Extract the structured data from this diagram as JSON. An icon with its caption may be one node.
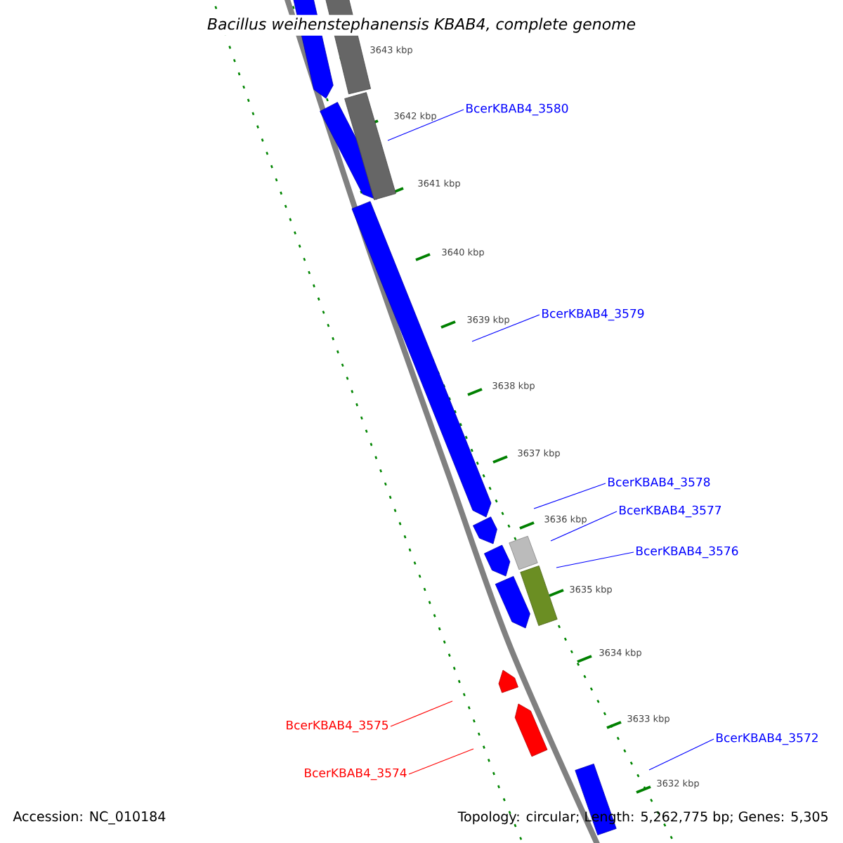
{
  "diagram": {
    "title": "Bacillus weihenstephanensis KBAB4, complete genome",
    "nodes": [
      {
        "text": [
          "BcerKBAB4_3580"
        ]
      },
      {
        "text": [
          "BcerKBAB4_3579"
        ]
      },
      {
        "text": [
          "BcerKBAB4_3578"
        ]
      },
      {
        "text": [
          "BcerKBAB4_3577"
        ]
      },
      {
        "text": [
          "BcerKBAB4_3576"
        ]
      },
      {
        "text": [
          "BcerKBAB4_3575"
        ]
      },
      {
        "text": [
          "BcerKBAB4_3574"
        ]
      },
      {
        "text": [
          "BcerKBAB4_3572"
        ]
      }
    ],
    "edges": [
      {
        "from": 0,
        "to": null,
        "arrow": "none"
      },
      {
        "from": 1,
        "to": null,
        "arrow": "none"
      },
      {
        "from": 2,
        "to": null,
        "arrow": "none"
      },
      {
        "from": 3,
        "to": null,
        "arrow": "none"
      },
      {
        "from": 4,
        "to": null,
        "arrow": "none"
      },
      {
        "from": 5,
        "to": null,
        "arrow": "none",
        "color": "#ff0000"
      },
      {
        "from": 6,
        "to": null,
        "arrow": "none",
        "color": "#ff0000"
      },
      {
        "from": 7,
        "to": null,
        "arrow": "none"
      }
    ],
    "labels": [
      "3643 kbp",
      "3642 kbp",
      "3641 kbp",
      "3640 kbp",
      "3639 kbp",
      "3638 kbp",
      "3637 kbp",
      "3636 kbp",
      "3635 kbp",
      "3634 kbp",
      "3633 kbp",
      "3632 kbp",
      "Accession: NC_010184",
      "Topology: circular; Length: 5,262,775 bp; Genes: 5,305"
    ]
  }
}
